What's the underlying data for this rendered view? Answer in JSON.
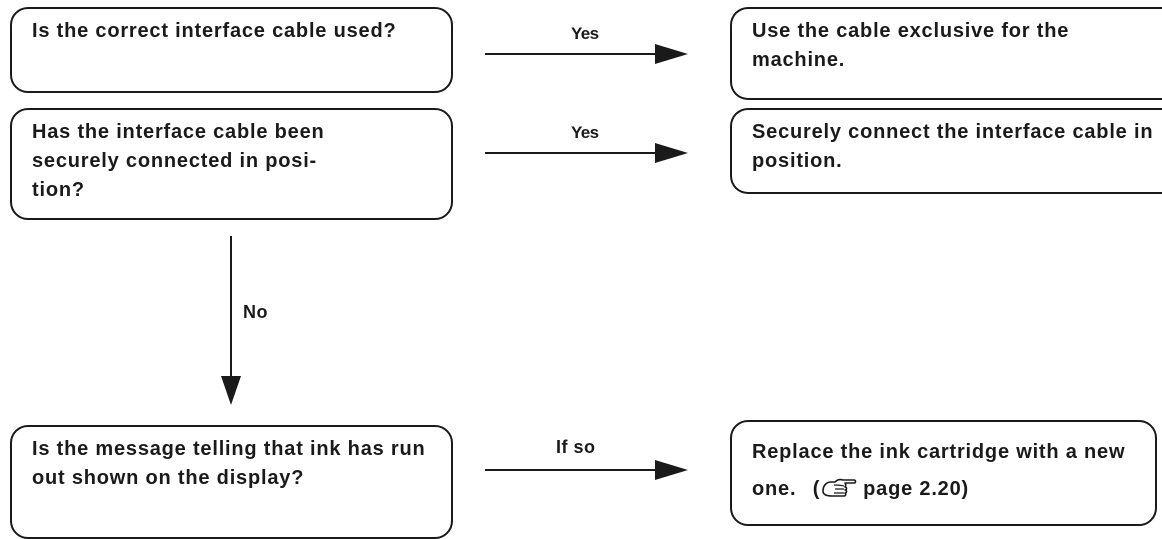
{
  "questions": [
    "Is the correct interface cable used?",
    "Has the interface cable been securely connected in posi-tion?",
    "Is the message telling that ink has run out shown on the display?"
  ],
  "answers": [
    "Use the cable exclusive for the machine.",
    "Securely connect the interface cable in position.",
    "Replace the ink cartridge with a new one."
  ],
  "answer_reference": {
    "open": "(",
    "icon": "pointing-hand-icon",
    "text": "page 2.20)"
  },
  "arrow_labels": {
    "q1_yes": "Yes",
    "q2_yes": "Yes",
    "q2_no": "No",
    "q3_if_so": "If so"
  }
}
